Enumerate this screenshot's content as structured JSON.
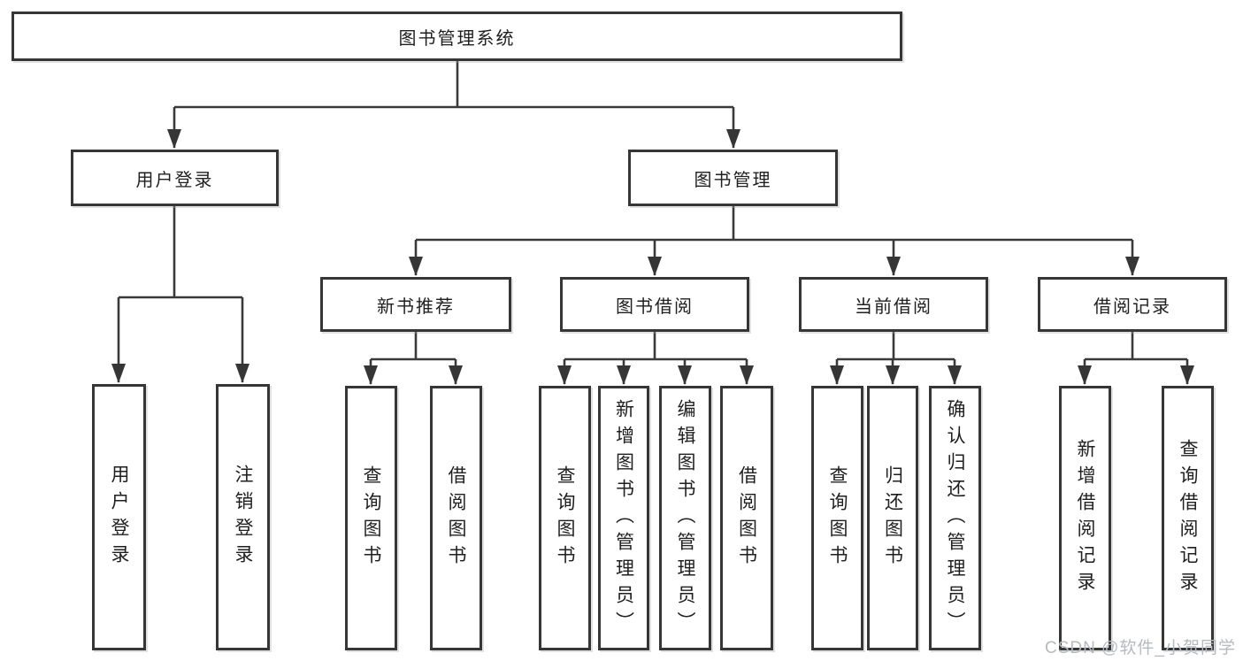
{
  "diagram": {
    "root": {
      "label": "图书管理系统",
      "children": [
        {
          "label": "用户登录",
          "children": [
            {
              "label": "用户登录"
            },
            {
              "label": "注销登录"
            }
          ]
        },
        {
          "label": "图书管理",
          "children": [
            {
              "label": "新书推荐",
              "children": [
                {
                  "label": "查询图书"
                },
                {
                  "label": "借阅图书"
                }
              ]
            },
            {
              "label": "图书借阅",
              "children": [
                {
                  "label": "查询图书"
                },
                {
                  "label": "新增图书（管理员）"
                },
                {
                  "label": "编辑图书（管理员）"
                },
                {
                  "label": "借阅图书"
                }
              ]
            },
            {
              "label": "当前借阅",
              "children": [
                {
                  "label": "查询图书"
                },
                {
                  "label": "归还图书"
                },
                {
                  "label": "确认归还（管理员）"
                }
              ]
            },
            {
              "label": "借阅记录",
              "children": [
                {
                  "label": "新增借阅记录"
                },
                {
                  "label": "查询借阅记录"
                }
              ]
            }
          ]
        }
      ]
    },
    "colors": {
      "line": "#3a3a3a",
      "border": "#363636",
      "text": "#1f1f1f",
      "watermark_text": "#b6bac0",
      "background": "#ffffff"
    }
  },
  "watermark": {
    "text": "CSDN @软件_小贺同学"
  }
}
